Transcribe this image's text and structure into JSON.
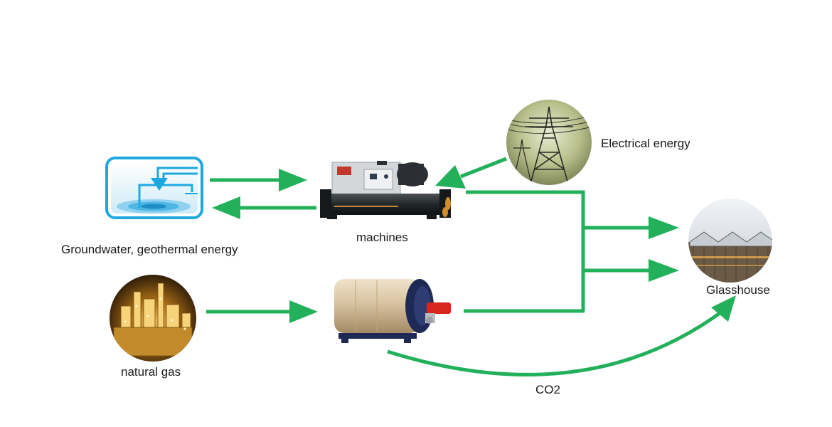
{
  "nodes": {
    "groundwater": {
      "label": "Groundwater, geothermal energy",
      "icon": "groundwater-well-icon"
    },
    "machines": {
      "label": "machines",
      "icon": "chiller-machine-icon"
    },
    "electrical": {
      "label": "Electrical energy",
      "icon": "power-pylon-icon"
    },
    "glasshouse": {
      "label": "Glasshouse",
      "icon": "glasshouse-icon"
    },
    "natural_gas": {
      "label": "natural gas",
      "icon": "gas-plant-icon"
    },
    "boiler": {
      "label": "",
      "icon": "boiler-icon"
    }
  },
  "edges": {
    "co2": {
      "label": "CO2"
    }
  },
  "colors": {
    "arrow": "#22b05a",
    "text": "#1a1a1a",
    "water_blue": "#1ea8e0"
  }
}
